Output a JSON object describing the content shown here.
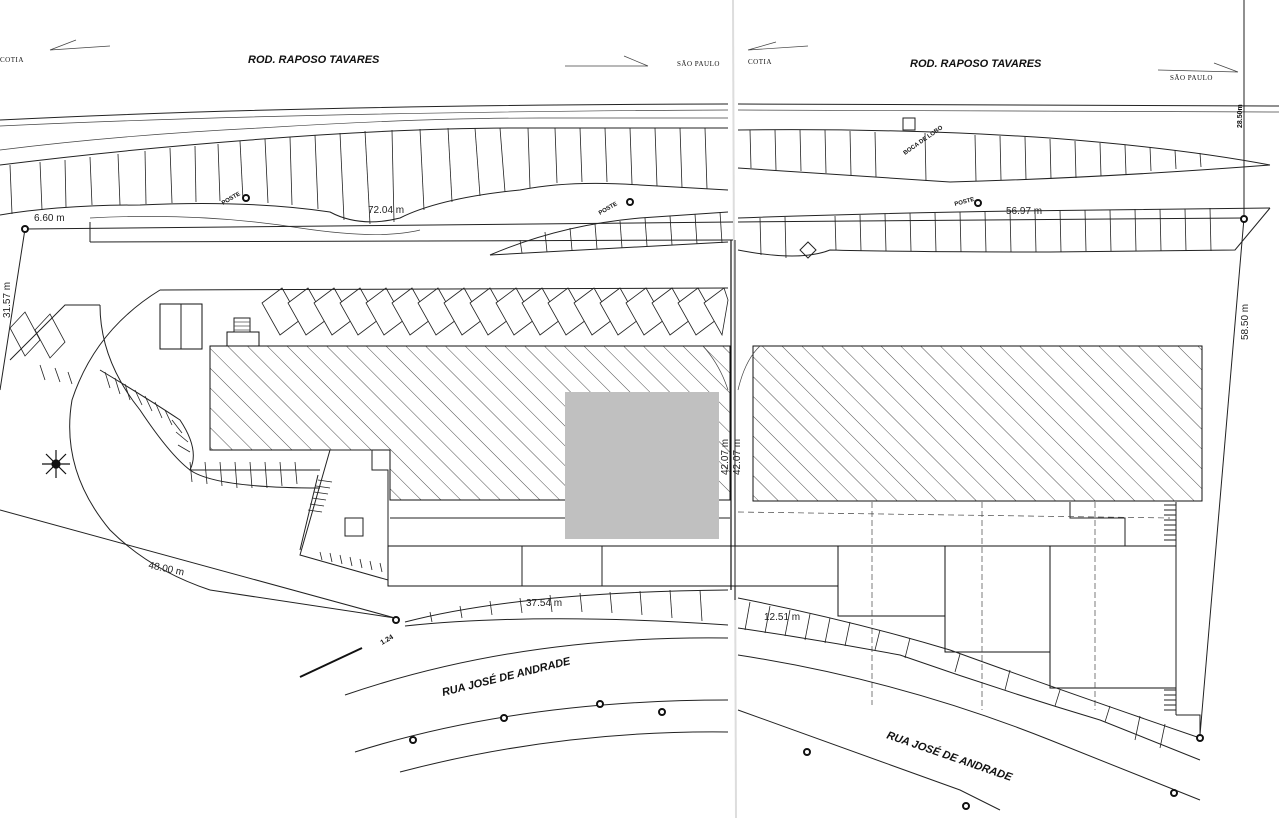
{
  "roads": {
    "top_left": "ROD. RAPOSO TAVARES",
    "top_right": "ROD. RAPOSO TAVARES",
    "bottom_left": "RUA JOSÉ DE ANDRADE",
    "bottom_right": "RUA JOSÉ DE ANDRADE"
  },
  "directions": {
    "cotia_left": "COTIA",
    "sao_paulo_left": "SÃO PAULO",
    "cotia_right": "COTIA",
    "sao_paulo_right": "SÃO PAULO"
  },
  "dimensions": {
    "d1": "6.60  m",
    "d2": "72.04  m",
    "d3": "56.97  m",
    "d4": "31.57  m",
    "d5": "58.50  m",
    "d6": "48.00  m",
    "d7": "37.54  m",
    "d8": "12.51  m",
    "d9": "42.07  m",
    "d10": "42.07  m",
    "d11": "1.24"
  },
  "labels": {
    "poste1": "POSTE",
    "poste2": "POSTE",
    "poste3": "POSTE",
    "boca_de_lobo": "BOCA DE LOBO",
    "right_edge": "28.50m"
  },
  "colors": {
    "line": "#222222",
    "redacted": "#c0c0c0",
    "background": "#ffffff"
  }
}
